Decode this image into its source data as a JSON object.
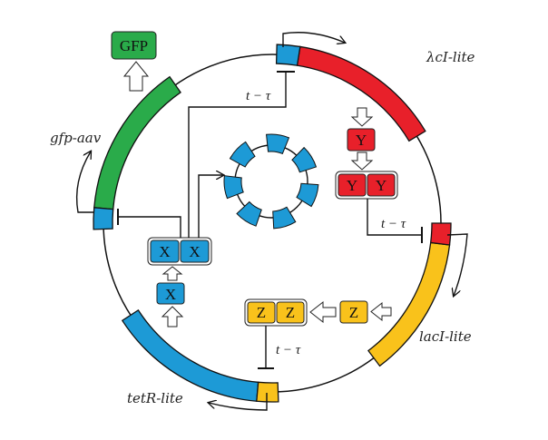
{
  "genes": {
    "lambda": "λcI-lite",
    "lac": "lacI-lite",
    "tet": "tetR-lite",
    "gfp": "gfp-aav"
  },
  "proteins": {
    "gfp": "GFP",
    "y": "Y",
    "z": "Z",
    "x": "X"
  },
  "delay_label": "t − τ",
  "colors": {
    "red": "#e8202a",
    "yellow": "#f9c21b",
    "blue": "#1d9ad6",
    "green": "#2aab4a"
  }
}
